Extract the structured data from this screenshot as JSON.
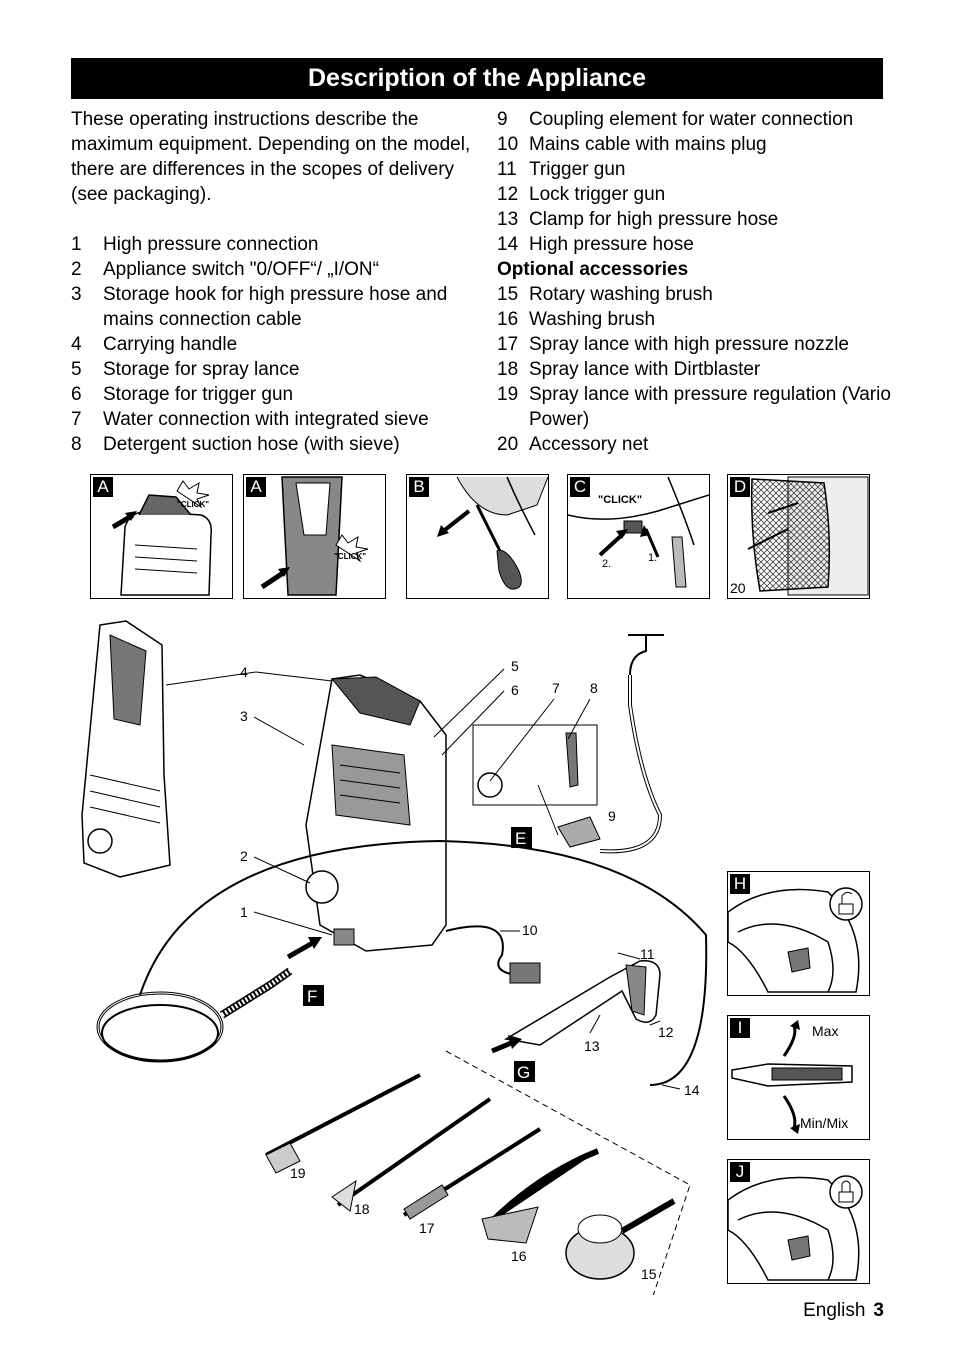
{
  "title": "Description of the Appliance",
  "intro": "These operating instructions describe the maximum equipment. Depending on the model, there are differences in the scopes of delivery (see packaging).",
  "items_left": [
    {
      "num": "1",
      "text": "High pressure connection"
    },
    {
      "num": "2",
      "text": "Appliance switch \"0/OFF“/ „I/ON“"
    },
    {
      "num": "3",
      "text": "Storage hook for high pressure hose and mains connection cable"
    },
    {
      "num": "4",
      "text": "Carrying handle"
    },
    {
      "num": "5",
      "text": "Storage for spray lance"
    },
    {
      "num": "6",
      "text": "Storage for trigger gun"
    },
    {
      "num": "7",
      "text": "Water connection with integrated sieve"
    },
    {
      "num": "8",
      "text": "Detergent suction hose (with sieve)"
    }
  ],
  "items_right": [
    {
      "num": "9",
      "text": "Coupling element for water connection"
    },
    {
      "num": "10",
      "text": "Mains cable with mains plug"
    },
    {
      "num": "11",
      "text": "Trigger gun"
    },
    {
      "num": "12",
      "text": "Lock trigger gun"
    },
    {
      "num": "13",
      "text": "Clamp for high pressure hose"
    },
    {
      "num": "14",
      "text": "High pressure hose"
    }
  ],
  "optional_heading": "Optional accessories",
  "items_optional": [
    {
      "num": "15",
      "text": "Rotary washing brush"
    },
    {
      "num": "16",
      "text": "Washing brush"
    },
    {
      "num": "17",
      "text": "Spray lance with high pressure nozzle"
    },
    {
      "num": "18",
      "text": "Spray lance with Dirtblaster"
    },
    {
      "num": "19",
      "text": "Spray lance with pressure regulation (Vario Power)"
    },
    {
      "num": "20",
      "text": "Accessory net"
    }
  ],
  "panels": {
    "a1": {
      "tag": "A",
      "click": "\"CLICK\""
    },
    "a2": {
      "tag": "A",
      "click": "\"CLICK\""
    },
    "b": {
      "tag": "B"
    },
    "c": {
      "tag": "C",
      "click": "\"CLICK\"",
      "step1": "1.",
      "step2": "2."
    },
    "d": {
      "tag": "D",
      "num": "20"
    },
    "h": {
      "tag": "H"
    },
    "i": {
      "tag": "I",
      "max": "Max",
      "min": "Min/Mix"
    },
    "j": {
      "tag": "J"
    }
  },
  "diagram": {
    "labels": [
      "1",
      "2",
      "3",
      "4",
      "5",
      "6",
      "7",
      "8",
      "9",
      "10",
      "11",
      "12",
      "13",
      "14",
      "15",
      "16",
      "17",
      "18",
      "19"
    ],
    "tags": {
      "e": "E",
      "f": "F",
      "g": "G"
    }
  },
  "footer": {
    "language": "English",
    "page": "3"
  }
}
